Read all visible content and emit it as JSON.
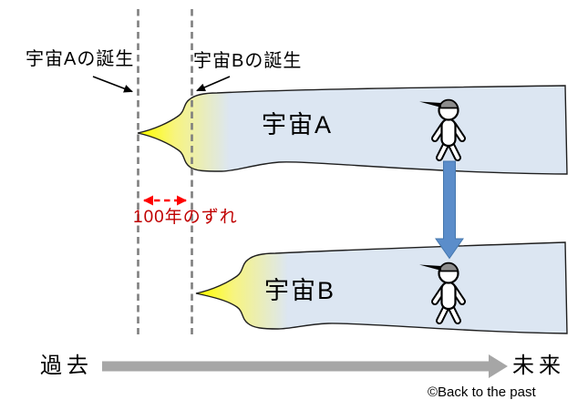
{
  "diagram": {
    "birth_a": "宇宙Aの誕生",
    "birth_b": "宇宙Bの誕生",
    "universe_a": "宇宙A",
    "universe_b": "宇宙B",
    "offset": "100年のずれ",
    "past": "過去",
    "future": "未来",
    "credit": "©Back to the past",
    "icons": {
      "person_a": "person-with-cap",
      "person_b": "person-with-cap",
      "transfer_arrow": "thick-down-arrow",
      "time_arrow": "thick-right-arrow",
      "offset_arrow": "red-dashed-double-arrow",
      "birth_line_a": "vertical-dashed-line",
      "birth_line_b": "vertical-dashed-line"
    },
    "colors": {
      "universe_fill": "#dce6f2",
      "flame_yellow": "#ffff00",
      "outline_black": "#1f1f1f",
      "dashed_line_gray": "#7f7f7f",
      "offset_text_red": "#c00000",
      "offset_arrow_red": "#ff0000",
      "transfer_arrow_blue": "#5b8dca",
      "time_arrow_gray": "#a6a6a6",
      "cap_gray": "#8c8c8c"
    }
  }
}
